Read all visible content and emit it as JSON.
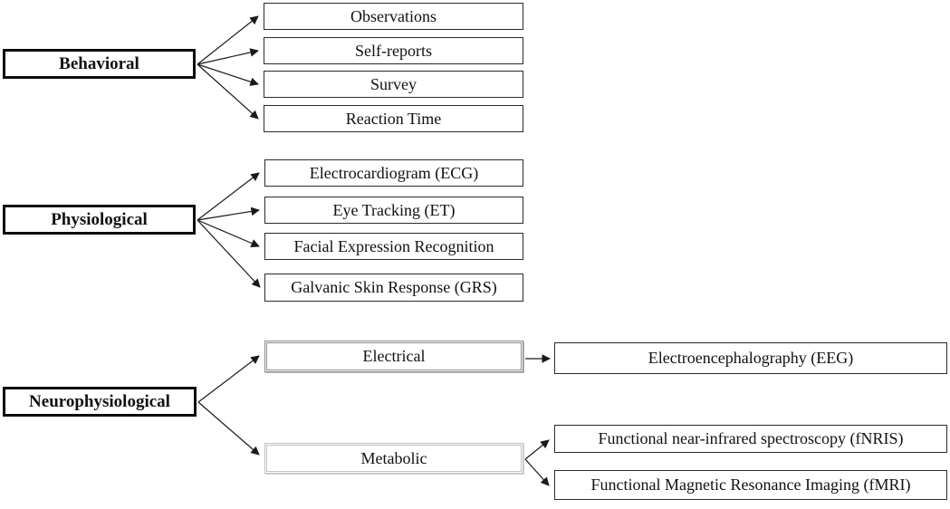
{
  "diagram": {
    "type": "hierarchy-flowchart",
    "colors": {
      "background": "#ffffff",
      "text": "#111111",
      "leaf_border": "#2a2a2a",
      "category_border": "#0d0d0d",
      "subcategory_border_electrical": "#8c8c8c",
      "subcategory_border_metabolic": "#c2c2c2",
      "connector": "#1a1a1a"
    }
  },
  "nodes": {
    "behavioral": {
      "label": "Behavioral",
      "type": "category"
    },
    "observations": {
      "label": "Observations",
      "type": "item"
    },
    "self_reports": {
      "label": "Self-reports",
      "type": "item"
    },
    "survey": {
      "label": "Survey",
      "type": "item"
    },
    "reaction_time": {
      "label": "Reaction Time",
      "type": "item"
    },
    "physiological": {
      "label": "Physiological",
      "type": "category"
    },
    "ecg": {
      "label": "Electrocardiogram (ECG)",
      "type": "item"
    },
    "eye_tracking": {
      "label": "Eye Tracking (ET)",
      "type": "item"
    },
    "facial_expression": {
      "label": "Facial Expression Recognition",
      "type": "item"
    },
    "gsr": {
      "label": "Galvanic Skin Response (GRS)",
      "type": "item"
    },
    "neurophysiological": {
      "label": "Neurophysiological",
      "type": "category"
    },
    "electrical": {
      "label": "Electrical",
      "type": "subcategory"
    },
    "metabolic": {
      "label": "Metabolic",
      "type": "subcategory"
    },
    "eeg": {
      "label": "Electroencephalography (EEG)",
      "type": "item"
    },
    "fnirs": {
      "label": "Functional near-infrared spectroscopy (fNRIS)",
      "type": "item"
    },
    "fmri": {
      "label": "Functional Magnetic Resonance Imaging (fMRI)",
      "type": "item"
    }
  },
  "edges": [
    {
      "from": "behavioral",
      "to": "observations"
    },
    {
      "from": "behavioral",
      "to": "self_reports"
    },
    {
      "from": "behavioral",
      "to": "survey"
    },
    {
      "from": "behavioral",
      "to": "reaction_time"
    },
    {
      "from": "physiological",
      "to": "ecg"
    },
    {
      "from": "physiological",
      "to": "eye_tracking"
    },
    {
      "from": "physiological",
      "to": "facial_expression"
    },
    {
      "from": "physiological",
      "to": "gsr"
    },
    {
      "from": "neurophysiological",
      "to": "electrical"
    },
    {
      "from": "neurophysiological",
      "to": "metabolic"
    },
    {
      "from": "electrical",
      "to": "eeg"
    },
    {
      "from": "metabolic",
      "to": "fnirs"
    },
    {
      "from": "metabolic",
      "to": "fmri"
    }
  ]
}
